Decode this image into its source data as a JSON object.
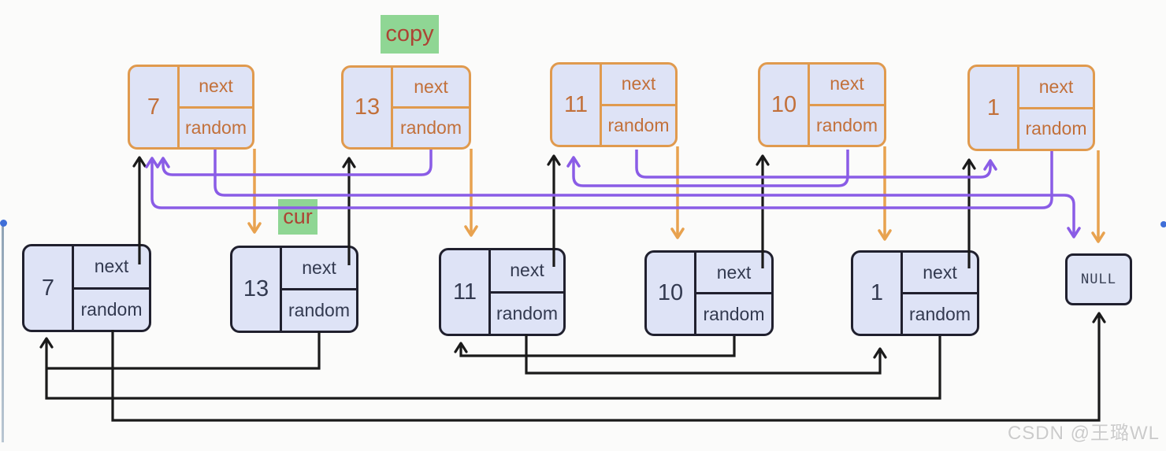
{
  "annotations": {
    "copy_label": "copy",
    "cur_label": "cur"
  },
  "copy_row": {
    "description": "copied nodes (orange)",
    "nodes": [
      {
        "id": "copy-7",
        "value": "7",
        "next_label": "next",
        "random_label": "random"
      },
      {
        "id": "copy-13",
        "value": "13",
        "next_label": "next",
        "random_label": "random"
      },
      {
        "id": "copy-11",
        "value": "11",
        "next_label": "next",
        "random_label": "random"
      },
      {
        "id": "copy-10",
        "value": "10",
        "next_label": "next",
        "random_label": "random"
      },
      {
        "id": "copy-1",
        "value": "1",
        "next_label": "next",
        "random_label": "random"
      }
    ]
  },
  "original_row": {
    "description": "original nodes (black)",
    "nodes": [
      {
        "id": "orig-7",
        "value": "7",
        "next_label": "next",
        "random_label": "random"
      },
      {
        "id": "orig-13",
        "value": "13",
        "next_label": "next",
        "random_label": "random"
      },
      {
        "id": "orig-11",
        "value": "11",
        "next_label": "next",
        "random_label": "random"
      },
      {
        "id": "orig-10",
        "value": "10",
        "next_label": "next",
        "random_label": "random"
      },
      {
        "id": "orig-1",
        "value": "1",
        "next_label": "next",
        "random_label": "random"
      }
    ]
  },
  "null_box": {
    "label": "NULL"
  },
  "edges": {
    "copy_next": [
      {
        "from": "copy-7",
        "to": "orig-13"
      },
      {
        "from": "copy-13",
        "to": "orig-11"
      },
      {
        "from": "copy-11",
        "to": "orig-10"
      },
      {
        "from": "copy-10",
        "to": "orig-1"
      },
      {
        "from": "copy-1",
        "to": "NULL"
      }
    ],
    "copy_random": [
      {
        "from": "copy-7",
        "to": "NULL"
      },
      {
        "from": "copy-13",
        "to": "copy-7"
      },
      {
        "from": "copy-11",
        "to": "copy-1"
      },
      {
        "from": "copy-10",
        "to": "copy-11"
      },
      {
        "from": "copy-1",
        "to": "copy-7"
      }
    ],
    "original_next": [
      {
        "from": "orig-7",
        "to": "copy-7"
      },
      {
        "from": "orig-13",
        "to": "copy-13"
      },
      {
        "from": "orig-11",
        "to": "copy-11"
      },
      {
        "from": "orig-10",
        "to": "copy-10"
      },
      {
        "from": "orig-1",
        "to": "copy-1"
      }
    ],
    "original_random": [
      {
        "from": "orig-7",
        "to": "NULL"
      },
      {
        "from": "orig-13",
        "to": "orig-7"
      },
      {
        "from": "orig-11",
        "to": "orig-1"
      },
      {
        "from": "orig-10",
        "to": "orig-11"
      },
      {
        "from": "orig-1",
        "to": "orig-7"
      }
    ]
  },
  "watermark": {
    "text": "CSDN @王璐WL"
  },
  "colors": {
    "background": "#fbfbfa",
    "node_fill": "#dee3f6",
    "copy_border": "#e09a4e",
    "copy_text": "#c2703a",
    "orig_border": "#20202e",
    "orig_text": "#333a50",
    "arrow_orange": "#e8a24f",
    "arrow_black": "#1a1a1a",
    "arrow_purple": "#8a5ce6",
    "tag_green": "#8fd694",
    "tag_text": "#ac4434",
    "watermark_gray": "#cbcbcb",
    "handle_blue": "#3f6fd8"
  }
}
